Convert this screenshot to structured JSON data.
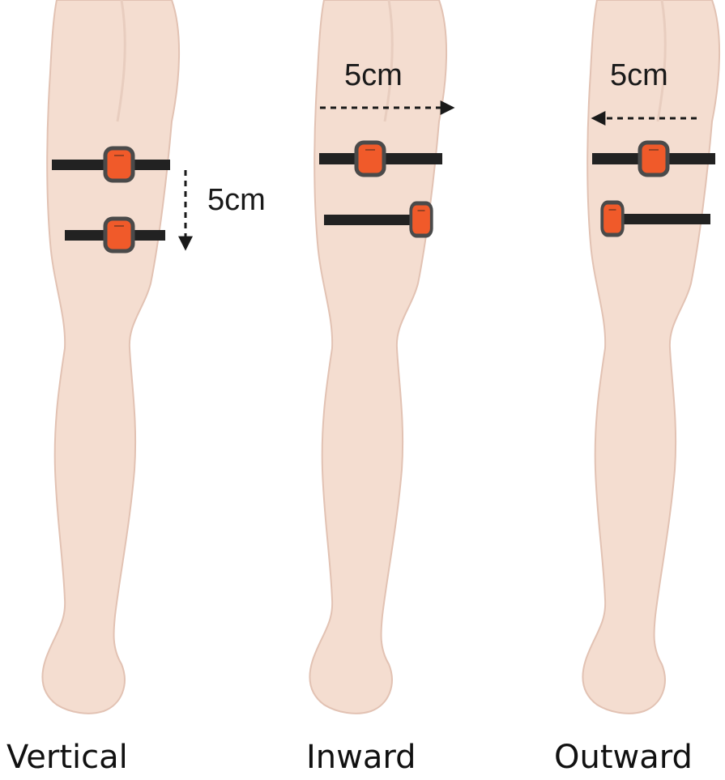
{
  "colors": {
    "skin": "#f4ddd0",
    "skin_shade": "#e2c2b3",
    "strap": "#222222",
    "sensor": "#f05a2a",
    "sensor_border": "#4a4a4a"
  },
  "legs": [
    {
      "id": "vertical",
      "caption": "Vertical",
      "distance_label": "5cm",
      "arrow_direction": "down"
    },
    {
      "id": "inward",
      "caption": "Inward",
      "distance_label": "5cm",
      "arrow_direction": "right"
    },
    {
      "id": "outward",
      "caption": "Outward",
      "distance_label": "5cm",
      "arrow_direction": "left"
    }
  ]
}
